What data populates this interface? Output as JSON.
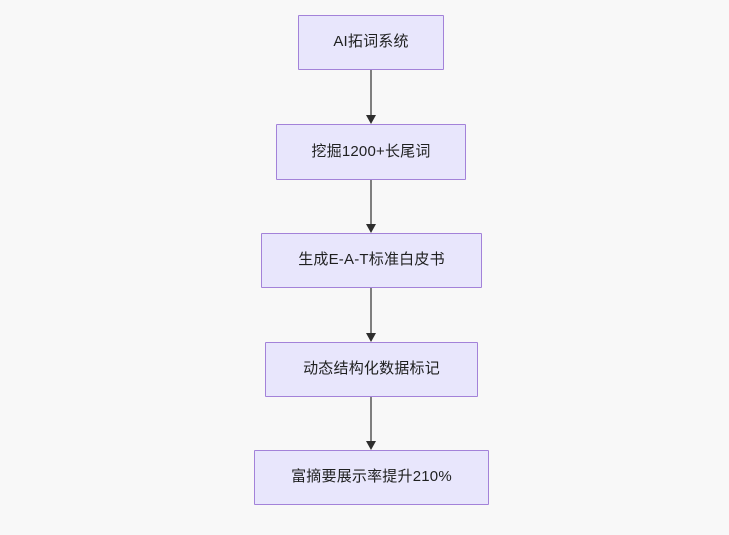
{
  "diagram": {
    "type": "flowchart",
    "orientation": "top-to-bottom",
    "background_color": "#f8f8f8",
    "node_fill_color": "#e8e6fc",
    "node_border_color": "#a382d9",
    "node_text_color": "#1f2020",
    "connector_color": "#7f7f7f",
    "nodes": [
      {
        "id": "n1",
        "label": "AI拓词系统"
      },
      {
        "id": "n2",
        "label": "挖掘1200+长尾词"
      },
      {
        "id": "n3",
        "label": "生成E-A-T标准白皮书"
      },
      {
        "id": "n4",
        "label": "动态结构化数据标记"
      },
      {
        "id": "n5",
        "label": "富摘要展示率提升210%"
      }
    ],
    "edges": [
      {
        "from": "n1",
        "to": "n2",
        "arrow": "arrowhead-down-icon"
      },
      {
        "from": "n2",
        "to": "n3",
        "arrow": "arrowhead-down-icon"
      },
      {
        "from": "n3",
        "to": "n4",
        "arrow": "arrowhead-down-icon"
      },
      {
        "from": "n4",
        "to": "n5",
        "arrow": "arrowhead-down-icon"
      }
    ]
  }
}
